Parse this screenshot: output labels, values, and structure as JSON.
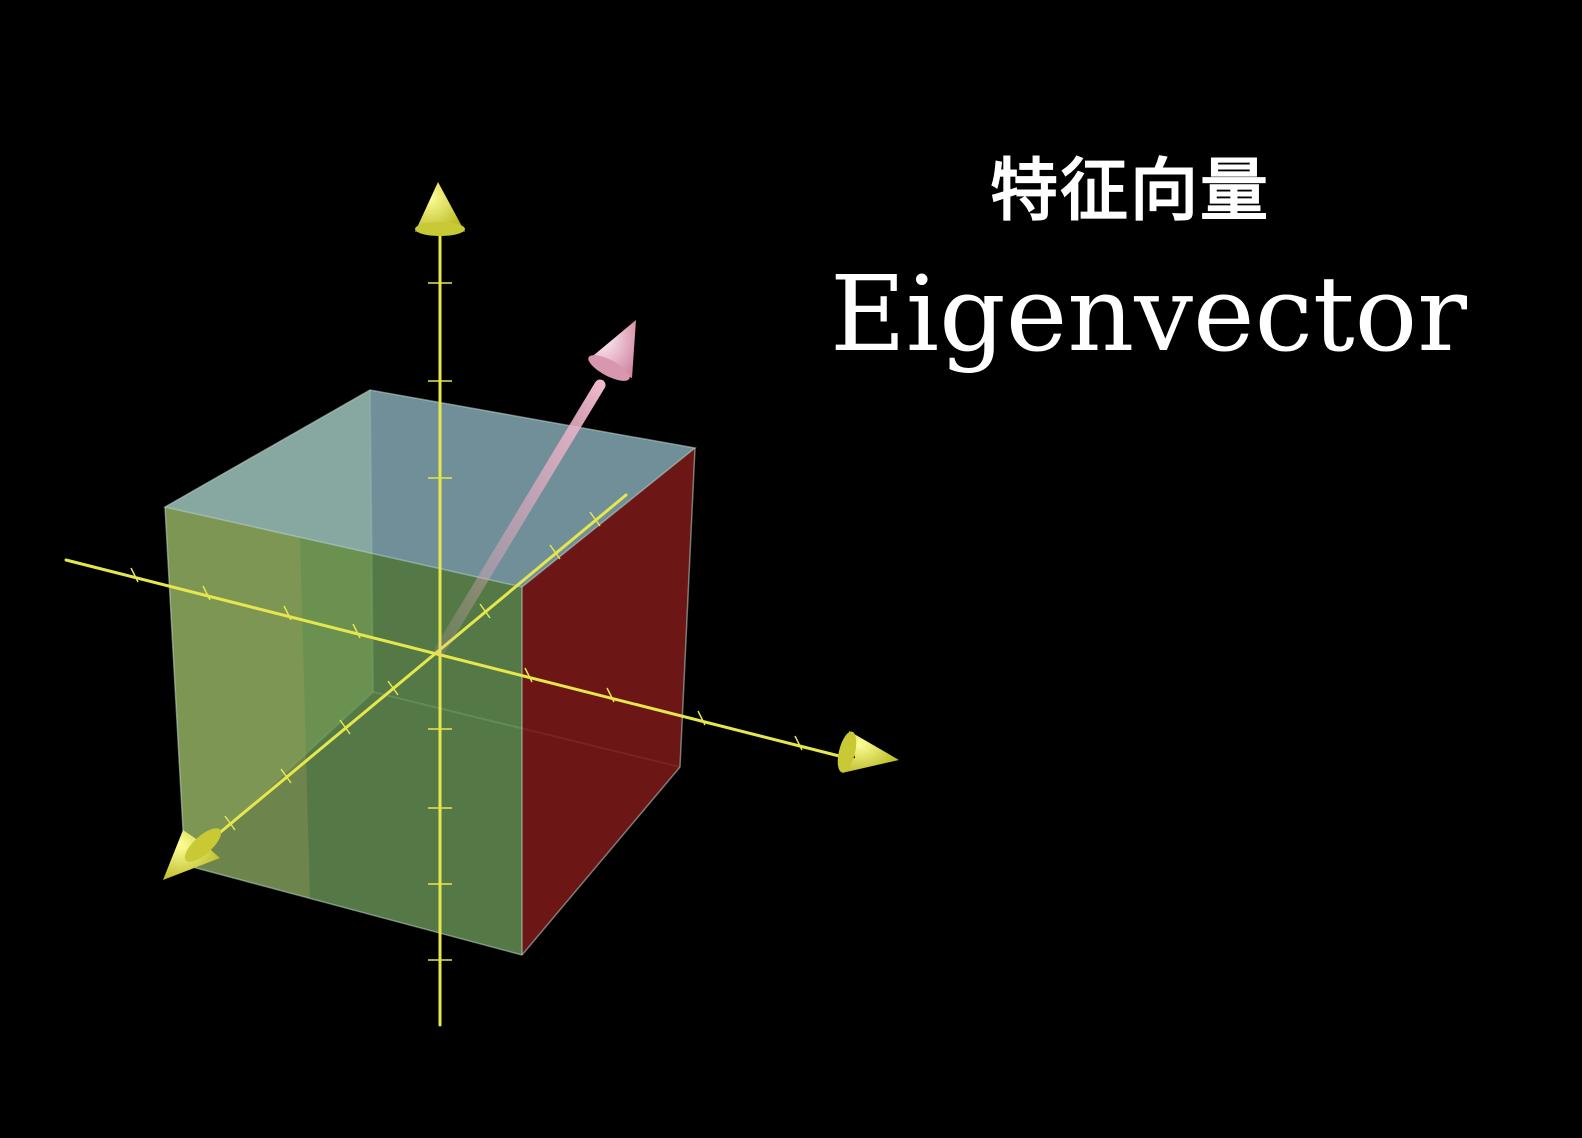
{
  "title": {
    "chinese": "特征向量",
    "english": "Eigenvector"
  },
  "colors": {
    "background": "#000000",
    "axis": "#e6e64d",
    "vector": "#e7a9c0",
    "cube_top": "#8fb8c4",
    "cube_front": "#73a060",
    "cube_left": "#9aab4f",
    "cube_right": "#8b1c1c",
    "text": "#ffffff"
  },
  "scene": {
    "axes": [
      "x-axis",
      "y-axis",
      "z-axis"
    ],
    "cube": "unit-cube",
    "vector": "eigenvector-arrow"
  }
}
